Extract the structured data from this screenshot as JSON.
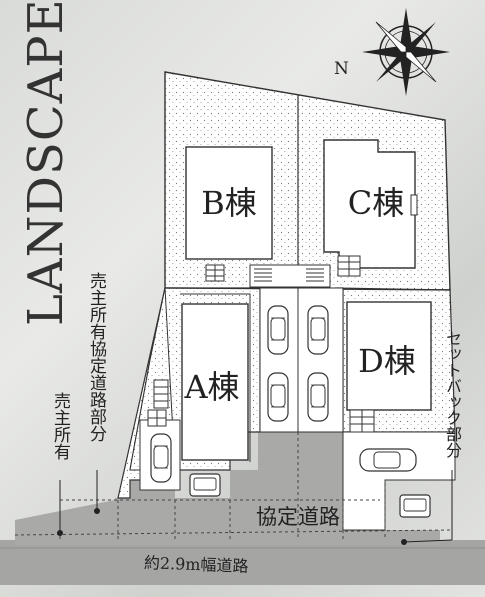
{
  "title": "LANDSCAPE",
  "compass": {
    "north_label": "N"
  },
  "buildings": {
    "a": "A棟",
    "b": "B棟",
    "c": "C棟",
    "d": "D棟"
  },
  "labels": {
    "seller_shared_road": "売主所有協定道路部分",
    "seller_owned": "売主所有",
    "setback": "セットバック部分",
    "agreement_road": "協定道路",
    "road_width": "約2.9m幅道路"
  },
  "colors": {
    "background": "#dcdedb",
    "lot": "#ffffff",
    "road": "#a9aaa8",
    "road_dark": "#9c9d9b",
    "line": "#3a3a3a"
  }
}
